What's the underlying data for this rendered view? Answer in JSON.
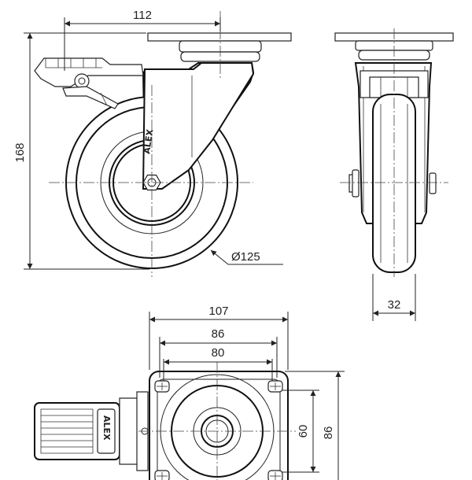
{
  "views": {
    "side": {
      "dims": {
        "top_width": "112",
        "height": "168",
        "wheel_diameter": "Ø125"
      },
      "logo": "ALEX"
    },
    "front": {
      "dims": {
        "wheel_width": "32"
      }
    },
    "top": {
      "dims": {
        "plate_width": "107",
        "hole_spacing_outer": "86",
        "hole_spacing_inner": "80",
        "vertical_inner": "60",
        "vertical_outer": "86"
      },
      "logo": "ALEX"
    }
  }
}
